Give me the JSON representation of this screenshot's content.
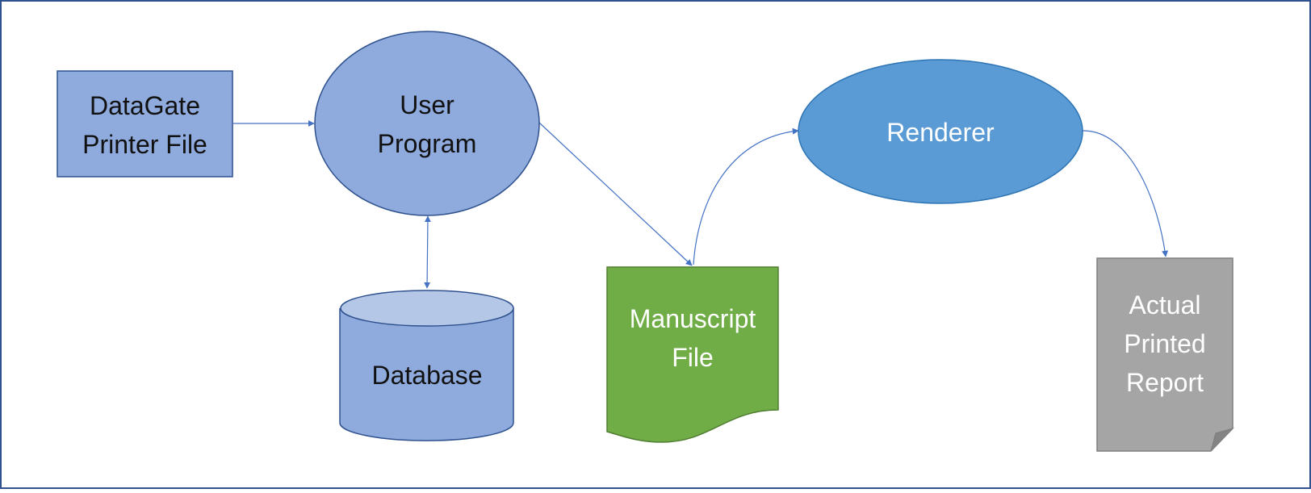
{
  "diagram": {
    "nodes": {
      "printer_file": {
        "lines": [
          "DataGate",
          "Printer File"
        ],
        "shape": "rectangle",
        "fill": "#8faadc",
        "stroke": "#2f528f"
      },
      "user_program": {
        "lines": [
          "User",
          "Program"
        ],
        "shape": "ellipse",
        "fill": "#8faadc",
        "stroke": "#2f528f"
      },
      "database": {
        "lines": [
          "Database"
        ],
        "shape": "cylinder",
        "fill": "#8faadc",
        "top_fill": "#b4c7e7",
        "stroke": "#2f528f"
      },
      "manuscript_file": {
        "lines": [
          "Manuscript",
          "File"
        ],
        "shape": "document",
        "fill": "#70ad47",
        "stroke": "#507e32"
      },
      "renderer": {
        "lines": [
          "Renderer"
        ],
        "shape": "ellipse",
        "fill": "#5b9bd5",
        "stroke": "#2e75b6"
      },
      "printed_report": {
        "lines": [
          "Actual",
          "Printed",
          "Report"
        ],
        "shape": "folded-page",
        "fill": "#a5a5a5",
        "stroke": "#7f7f7f"
      }
    },
    "edges": [
      {
        "from": "printer_file",
        "to": "user_program",
        "direction": "forward"
      },
      {
        "from": "user_program",
        "to": "database",
        "direction": "both"
      },
      {
        "from": "user_program",
        "to": "manuscript_file",
        "direction": "forward"
      },
      {
        "from": "manuscript_file",
        "to": "renderer",
        "direction": "forward"
      },
      {
        "from": "renderer",
        "to": "printed_report",
        "direction": "forward"
      }
    ],
    "colors": {
      "frame": "#2f528f",
      "connector": "#4472c4",
      "background": "#ffffff"
    }
  }
}
